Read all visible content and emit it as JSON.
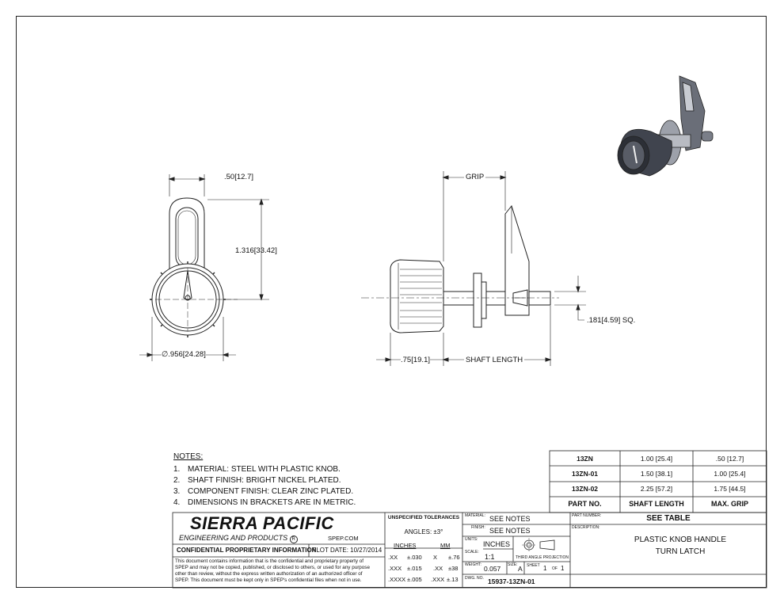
{
  "drawing": {
    "front_view": {
      "width_dim": ".50",
      "width_dim_mm": "12.7",
      "height_dim": "1.316",
      "height_dim_mm": "33.42",
      "diameter_dim": ".956",
      "diameter_dim_mm": "24.28",
      "diameter_symbol": "∅"
    },
    "side_view": {
      "grip_label": "GRIP",
      "knob_dim": ".75",
      "knob_dim_mm": "19.1",
      "shaft_label": "SHAFT LENGTH",
      "square_dim": ".181",
      "square_dim_mm": "4.59",
      "square_suffix": "SQ."
    }
  },
  "notes": {
    "title": "NOTES:",
    "items": [
      {
        "num": "1.",
        "text": "MATERIAL: STEEL WITH PLASTIC KNOB."
      },
      {
        "num": "2.",
        "text": "SHAFT FINISH: BRIGHT NICKEL PLATED."
      },
      {
        "num": "3.",
        "text": "COMPONENT FINISH: CLEAR ZINC PLATED."
      },
      {
        "num": "4.",
        "text": "DIMENSIONS IN BRACKETS ARE IN METRIC."
      }
    ]
  },
  "part_table": {
    "rows": [
      [
        "13ZN",
        "1.00 [25.4]",
        ".50 [12.7]"
      ],
      [
        "13ZN-01",
        "1.50 [38.1]",
        "1.00 [25.4]"
      ],
      [
        "13ZN-02",
        "2.25 [57.2]",
        "1.75 [44.5]"
      ]
    ],
    "headers": [
      "PART NO.",
      "SHAFT LENGTH",
      "MAX. GRIP"
    ]
  },
  "title_block": {
    "company": "SIERRA PACIFIC",
    "company_sub": "ENGINEERING AND PRODUCTS",
    "registered": "R",
    "website": "SPEP.COM",
    "confidential_label": "CONFIDENTIAL PROPRIETARY INFORMATION",
    "plot_date": "PLOT DATE: 10/27/2014",
    "disclaimer": [
      "This document contains information that is the confidential and proprietary property of",
      "SPEP and may not be copied, published, or disclosed to others, or used for any purpose",
      "other than review, without the express written authorization of an authorized officer of",
      "SPEP. This document must be kept only in SPEP's confidential files when not in use."
    ],
    "tolerances_title": "UNSPECIFIED TOLERANCES",
    "angles": "ANGLES: ±3°",
    "inches_header": "INCHES",
    "mm_header": "MM",
    "tol_rows": [
      {
        "in_fmt": ".XX",
        "in_tol": "±.030",
        "mm_fmt": "X",
        "mm_tol": "±.76"
      },
      {
        "in_fmt": ".XXX",
        "in_tol": "±.015",
        "mm_fmt": ".XX",
        "mm_tol": "±38"
      },
      {
        "in_fmt": ".XXXX",
        "in_tol": "±.005",
        "mm_fmt": ".XXX",
        "mm_tol": "±.13"
      }
    ],
    "material_label": "MATERIAL:",
    "material_value": "SEE NOTES",
    "finish_label": "FINISH:",
    "finish_value": "SEE NOTES",
    "units_label": "UNITS:",
    "units_value": "INCHES",
    "projection_label": "THIRD ANGLE PROJECTION",
    "scale_label": "SCALE:",
    "scale_value": "1:1",
    "weight_label": "WEIGHT:",
    "weight_value": "0.057",
    "size_label": "SIZE:",
    "size_value": "A",
    "sheet_label": "SHEET",
    "sheet_num": "1",
    "sheet_of": "OF",
    "sheet_total": "1",
    "dwg_label": "DWG. NO.",
    "dwg_value": "15937-13ZN-01",
    "part_number_label": "PART NUMBER:",
    "part_number_value": "SEE TABLE",
    "description_label": "DESCRIPTION:",
    "description_line1": "PLASTIC KNOB HANDLE",
    "description_line2": "TURN LATCH"
  }
}
